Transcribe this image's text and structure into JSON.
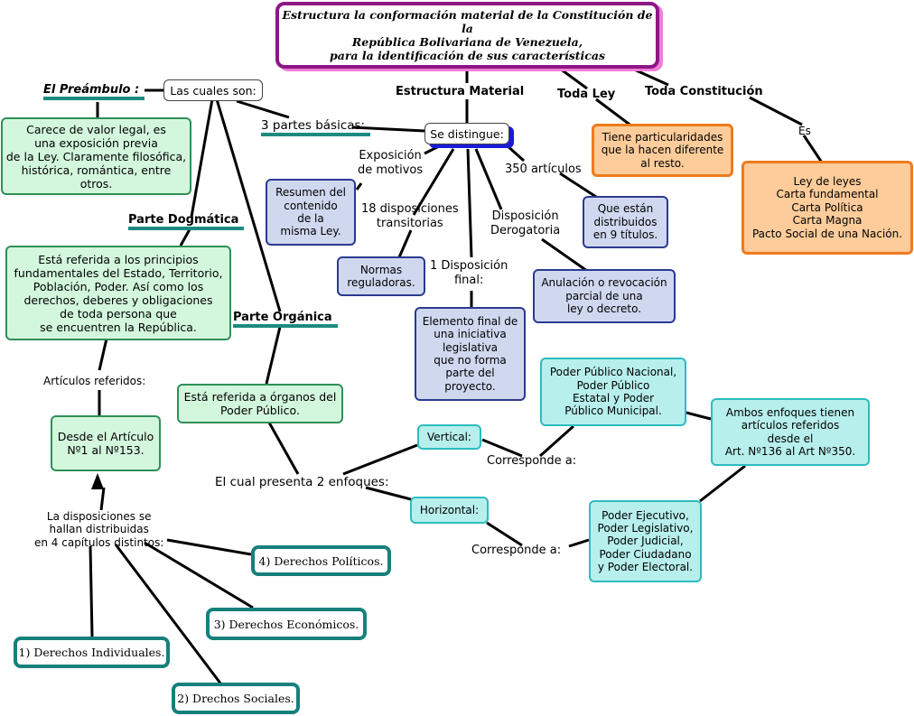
{
  "title": "Estructura la conformación material de la Constitución de la\nRepública Bolivariana de Venezuela,\npara la identificación de sus características",
  "headings": {
    "preambulo": "El Preámbulo :",
    "estructura_material": "Estructura Material",
    "toda_ley": "Toda Ley",
    "toda_constitucion": "Toda Constitución",
    "parte_dogmatica": "Parte Dogmática",
    "parte_organica": "Parte Orgánica"
  },
  "connectors": {
    "las_cuales_son": "Las cuales son:",
    "tres_partes": "3 partes básicas:",
    "se_distingue": "Se distingue:",
    "es": "Es",
    "exposicion_motivos": "Exposición\nde motivos",
    "disp_transitorias": "18 disposiciones\ntransitorias",
    "un_disp_final": "1 Disposición\nfinal:",
    "disp_derogatoria": "Disposición\nDerogatoria",
    "articulos_350": "350 artículos",
    "articulos_referidos": "Artículos referidos:",
    "cual_presenta": "El cual presenta 2 enfoques:",
    "corresponde_a_1": "Corresponde a:",
    "corresponde_a_2": "Corresponde a:",
    "disposiciones_distribuidas": "La disposiciones se\nhallan distribuidas\nen 4 capítulos distintos:"
  },
  "boxes": {
    "preambulo_desc": "Carece de valor legal, es\nuna exposición previa\nde la Ley. Claramente filosófica,\nhistórica, romántica, entre\notros.",
    "dogmatica_desc": "Está referida a los principios\nfundamentales del Estado, Territorio,\nPoblación, Poder. Así como los\nderechos, deberes y obligaciones\nde toda persona que\nse encuentren la República.",
    "articulos_1_153": "Desde el Artículo\nNº1 al Nº153.",
    "organica_desc": "Está referida a órganos del\nPoder Público.",
    "resumen": "Resumen del\ncontenido\nde la\nmisma Ley.",
    "normas": "Normas\nreguladoras.",
    "elemento_final": "Elemento final de\nuna iniciativa\nlegislativa\nque no forma\nparte del\nproyecto.",
    "anulacion": "Anulación o revocación\nparcial de una\nley o decreto.",
    "titulos": "Que están\ndistribuidos\nen 9 títulos.",
    "particularidades": "Tiene particularidades\nque la hacen diferente\nal resto.",
    "ley_de_leyes": "Ley de leyes\nCarta fundamental\nCarta Política\nCarta Magna\nPacto Social de una Nación.",
    "vertical": "Vertical:",
    "horizontal": "Horizontal:",
    "poder_nacional": "Poder Público Nacional,\nPoder Público\nEstatal y Poder\nPúblico Municipal.",
    "ambos_enfoques": "Ambos enfoques tienen\nartículos referidos\ndesde el\nArt. Nº136 al Art Nº350.",
    "poderes": "Poder Ejecutivo,\nPoder Legislativo,\nPoder Judicial,\nPoder Ciudadano\ny Poder Electoral."
  },
  "chapters": {
    "c1": "1) Derechos Individuales.",
    "c2": "2) Drechos Sociales.",
    "c3": "3) Derechos Económicos.",
    "c4": "4) Derechos Políticos."
  }
}
